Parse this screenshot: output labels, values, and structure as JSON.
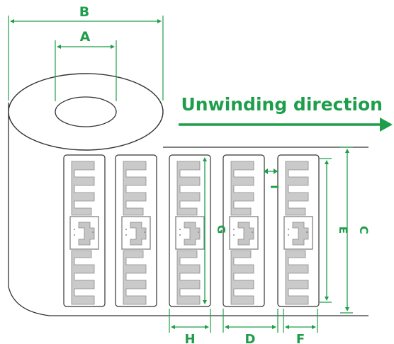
{
  "title": {
    "text": "Unwinding direction"
  },
  "colors": {
    "accent": "#1e9e4a",
    "outline": "#333333",
    "antenna": "#b8b8b8",
    "antenna_stroke": "#8a8a8a",
    "background": "#ffffff"
  },
  "dimensions": {
    "A": "A",
    "B": "B",
    "C": "C",
    "D": "D",
    "E": "E",
    "F": "F",
    "G": "G",
    "H": "H",
    "I": "I"
  },
  "labels": {
    "count": 5
  }
}
